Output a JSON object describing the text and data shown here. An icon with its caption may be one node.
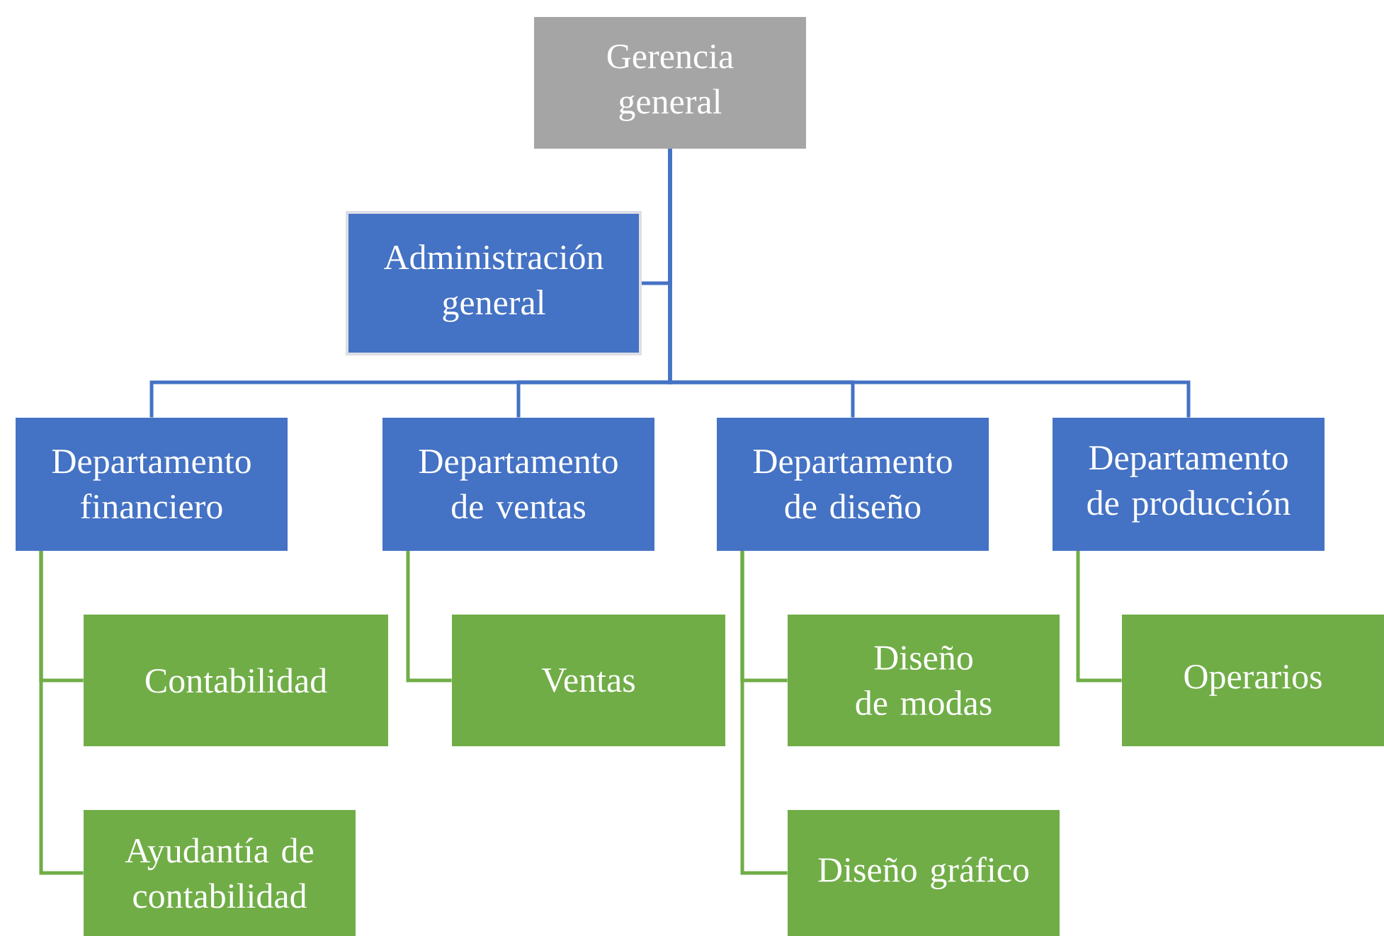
{
  "diagram": {
    "nodes": [
      {
        "text": [
          "Gerencia general"
        ]
      },
      {
        "text": [
          "Administración general"
        ]
      },
      {
        "text": [
          "Departamento financiero"
        ]
      },
      {
        "text": [
          "Departamento de ventas"
        ]
      },
      {
        "text": [
          "Departamento de diseño"
        ]
      },
      {
        "text": [
          "Departamento de producción"
        ]
      },
      {
        "text": [
          "Contabilidad"
        ]
      },
      {
        "text": [
          "Ayudantía de contabilidad"
        ]
      },
      {
        "text": [
          "Ventas"
        ]
      },
      {
        "text": [
          "Diseño de modas"
        ]
      },
      {
        "text": [
          "Diseño gráfico"
        ]
      },
      {
        "text": [
          "Operarios"
        ]
      }
    ],
    "edges": [
      {
        "from": 0,
        "to": 1,
        "arrow": "none",
        "color": "#4472c4"
      },
      {
        "from": 0,
        "to": 2,
        "arrow": "none",
        "color": "#4472c4"
      },
      {
        "from": 0,
        "to": 3,
        "arrow": "none",
        "color": "#4472c4"
      },
      {
        "from": 0,
        "to": 4,
        "arrow": "none",
        "color": "#4472c4"
      },
      {
        "from": 0,
        "to": 5,
        "arrow": "none",
        "color": "#4472c4"
      },
      {
        "from": 2,
        "to": 6,
        "arrow": "none"
      },
      {
        "from": 2,
        "to": 7,
        "arrow": "none"
      },
      {
        "from": 3,
        "to": 8,
        "arrow": "none"
      },
      {
        "from": 4,
        "to": 9,
        "arrow": "none"
      },
      {
        "from": 4,
        "to": 10,
        "arrow": "none"
      },
      {
        "from": 5,
        "to": 11,
        "arrow": "none"
      }
    ]
  }
}
